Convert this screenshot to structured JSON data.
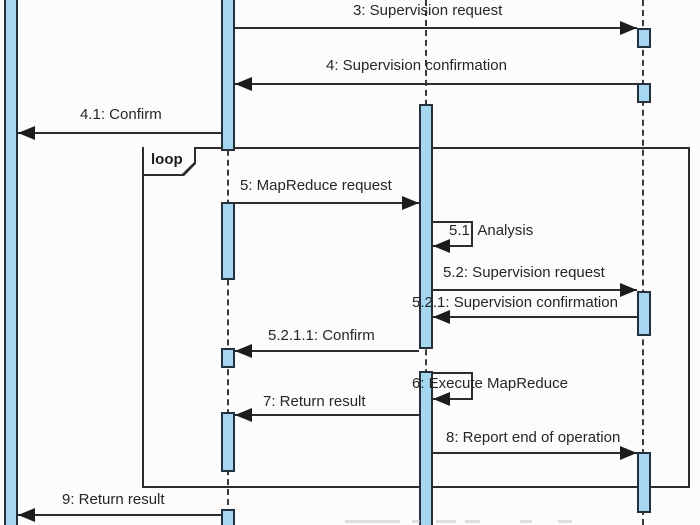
{
  "diagram": {
    "type": "uml-sequence-diagram",
    "fragment_label": "loop",
    "messages": {
      "m3": "3: Supervision request",
      "m4": "4: Supervision confirmation",
      "m4_1": "4.1: Confirm",
      "m5": "5: MapReduce request",
      "m5_1": "5.1: Analysis",
      "m5_2": "5.2: Supervision request",
      "m5_2_1": "5.2.1: Supervision confirmation",
      "m5_2_1_1": "5.2.1.1: Confirm",
      "m6": "6: Execute MapReduce",
      "m7": "7: Return result",
      "m8": "8: Report end of operation",
      "m9": "9: Return result"
    },
    "colors": {
      "activation_fill": "#a5d8f0",
      "activation_border": "#25303b",
      "line": "#2d2d2d",
      "text": "#262626"
    }
  }
}
